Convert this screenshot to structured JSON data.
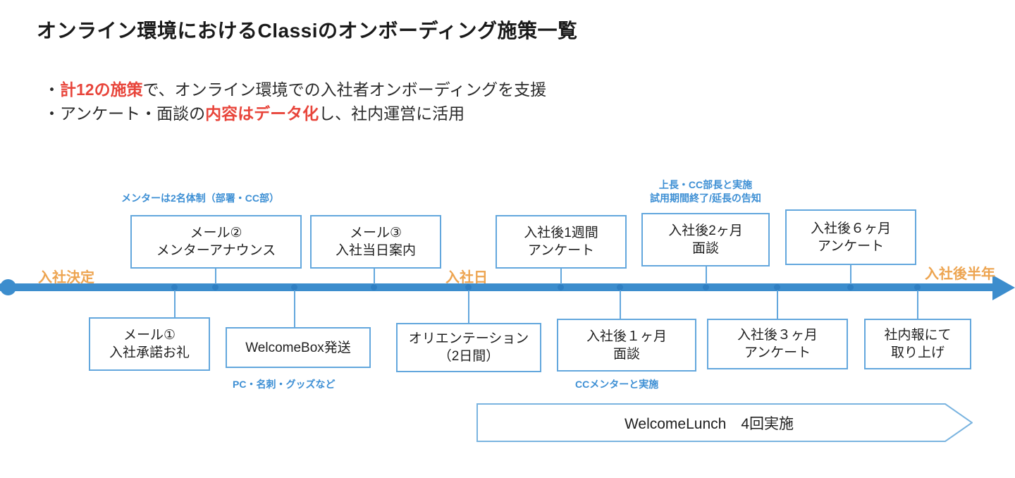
{
  "slide": {
    "title": "オンライン環境におけるClassiのオンボーディング施策一覧",
    "bullets": [
      {
        "prefix": "・",
        "highlight": "計12の施策",
        "suffix": "で、オンライン環境での入社者オンボーディングを支援"
      },
      {
        "prefix": "・アンケート・面談の",
        "highlight": "内容はデータ化",
        "suffix": "し、社内運営に活用"
      }
    ]
  },
  "colors": {
    "accent_blue": "#3c8dcd",
    "box_border_blue": "#63a7dd",
    "annotation_blue": "#3d8fd4",
    "milestone_orange": "#eda450",
    "highlight_red": "#e8453b",
    "text_dark": "#1f1f1f"
  },
  "timeline": {
    "milestones": [
      {
        "label": "入社決定"
      },
      {
        "label": "入社日"
      },
      {
        "label": "入社後半年"
      }
    ],
    "top_boxes": [
      {
        "lines": [
          "メール②",
          "メンターアナウンス"
        ]
      },
      {
        "lines": [
          "メール③",
          "入社当日案内"
        ]
      },
      {
        "lines": [
          "入社後1週間",
          "アンケート"
        ]
      },
      {
        "lines": [
          "入社後2ヶ月",
          "面談"
        ]
      },
      {
        "lines": [
          "入社後６ヶ月",
          "アンケート"
        ]
      }
    ],
    "bottom_boxes": [
      {
        "lines": [
          "メール①",
          "入社承諾お礼"
        ]
      },
      {
        "lines": [
          "WelcomeBox発送"
        ]
      },
      {
        "lines": [
          "オリエンテーション",
          "（2日間）"
        ]
      },
      {
        "lines": [
          "入社後１ヶ月",
          "面談"
        ]
      },
      {
        "lines": [
          "入社後３ヶ月",
          "アンケート"
        ]
      },
      {
        "lines": [
          "社内報にて",
          "取り上げ"
        ]
      }
    ],
    "annotations": [
      {
        "lines": [
          "メンターは2名体制（部署・CC部）"
        ]
      },
      {
        "lines": [
          "上長・CC部長と実施",
          "試用期間終了/延長の告知"
        ]
      },
      {
        "lines": [
          "PC・名刺・グッズなど"
        ]
      },
      {
        "lines": [
          "CCメンターと実施"
        ]
      }
    ],
    "banner": {
      "label": "WelcomeLunch　4回実施"
    }
  }
}
